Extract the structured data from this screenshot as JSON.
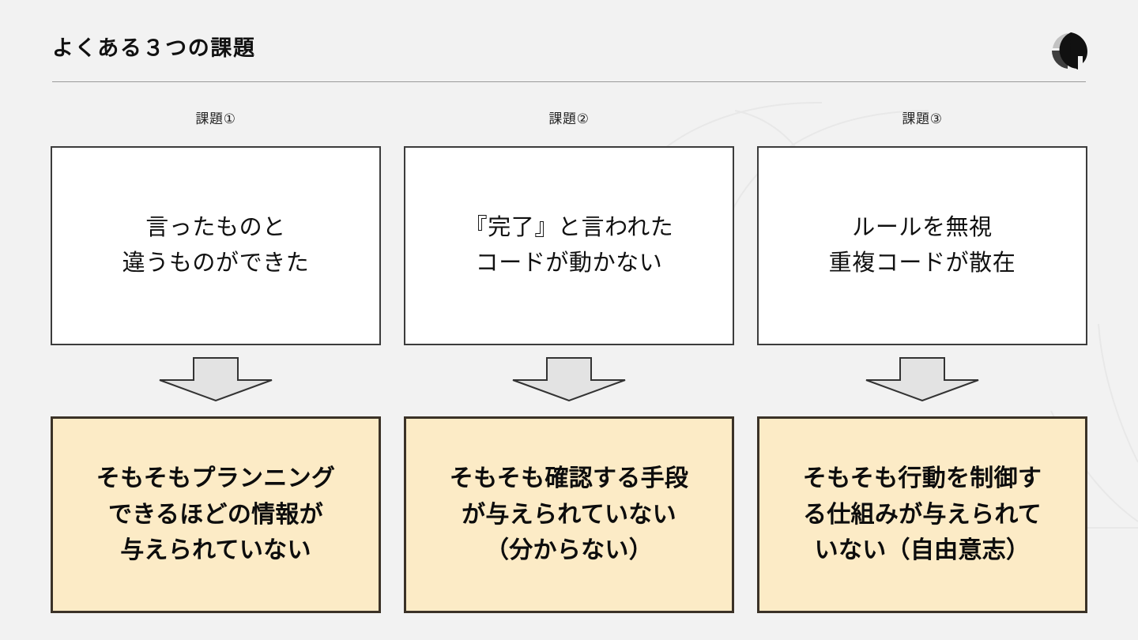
{
  "header": {
    "title": "よくある３つの課題",
    "logo_icon": "brand-logo-icon",
    "divider": "header-divider"
  },
  "theme": {
    "background": "#f2f2f2",
    "problem_box_fill": "#ffffff",
    "problem_box_border": "#3c3c3c",
    "cause_box_fill": "#fcebc6",
    "cause_box_border": "#3b3227",
    "arrow_fill": "#e3e3e3",
    "arrow_border": "#333333",
    "title_color": "#111111",
    "divider_color": "#9a9a9a",
    "decor_arc_color": "#e7e7e7"
  },
  "columns": [
    {
      "label": "課題①",
      "problem": "言ったものと\n違うものができた",
      "arrow_icon": "down-arrow-icon",
      "cause": "そもそもプランニング\nできるほどの情報が\n与えられていない"
    },
    {
      "label": "課題②",
      "problem": "『完了』と言われた\nコードが動かない",
      "arrow_icon": "down-arrow-icon",
      "cause": "そもそも確認する手段\nが与えられていない\n（分からない）"
    },
    {
      "label": "課題③",
      "problem": "ルールを無視\n重複コードが散在",
      "arrow_icon": "down-arrow-icon",
      "cause": "そもそも行動を制御す\nる仕組みが与えられて\nいない（自由意志）"
    }
  ]
}
